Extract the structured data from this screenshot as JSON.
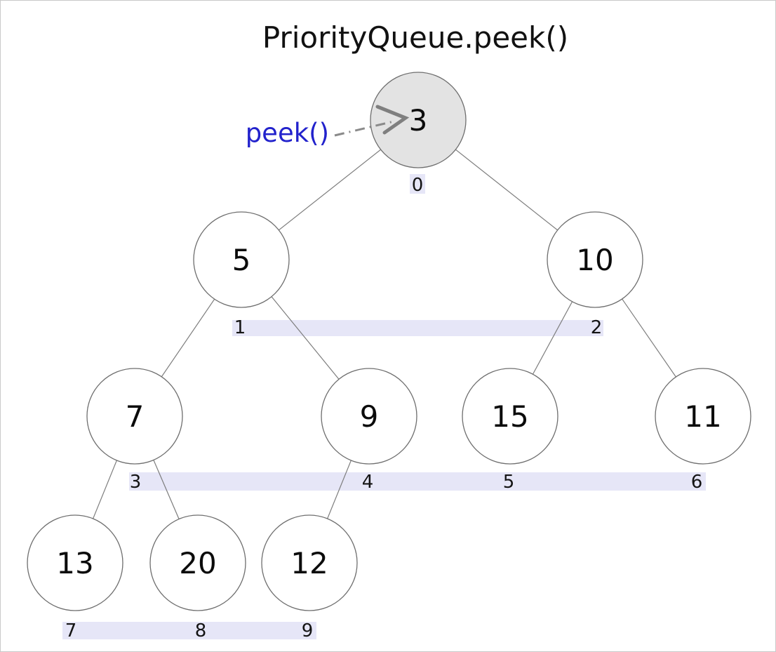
{
  "title": "PriorityQueue.peek()",
  "annotation": {
    "label": "peek()",
    "target_value": "3"
  },
  "colors": {
    "background": "#ffffff",
    "border": "#c9c9c9",
    "node_fill": "#ffffff",
    "root_node_fill": "#e3e3e3",
    "node_stroke": "#6e6e6e",
    "edge": "#7d7d7d",
    "index_strip_fill": "#e6e6f7",
    "node_text": "#0b0b0b",
    "index_text": "#141414",
    "annotation_text": "#2222cc",
    "arrow": "#7f7f7f"
  },
  "nodes": [
    {
      "value": "3",
      "index": "0",
      "role": "root"
    },
    {
      "value": "5",
      "index": "1",
      "role": "internal"
    },
    {
      "value": "10",
      "index": "2",
      "role": "internal"
    },
    {
      "value": "7",
      "index": "3",
      "role": "internal"
    },
    {
      "value": "9",
      "index": "4",
      "role": "internal"
    },
    {
      "value": "15",
      "index": "5",
      "role": "leaf"
    },
    {
      "value": "11",
      "index": "6",
      "role": "leaf"
    },
    {
      "value": "13",
      "index": "7",
      "role": "leaf"
    },
    {
      "value": "20",
      "index": "8",
      "role": "leaf"
    },
    {
      "value": "12",
      "index": "9",
      "role": "leaf"
    }
  ],
  "edges": [
    {
      "parent": "3",
      "child": "5"
    },
    {
      "parent": "3",
      "child": "10"
    },
    {
      "parent": "5",
      "child": "7"
    },
    {
      "parent": "5",
      "child": "9"
    },
    {
      "parent": "10",
      "child": "15"
    },
    {
      "parent": "10",
      "child": "11"
    },
    {
      "parent": "7",
      "child": "13"
    },
    {
      "parent": "7",
      "child": "20"
    },
    {
      "parent": "9",
      "child": "12"
    }
  ],
  "heap_array": [
    3,
    5,
    10,
    7,
    9,
    15,
    11,
    13,
    20,
    12
  ]
}
